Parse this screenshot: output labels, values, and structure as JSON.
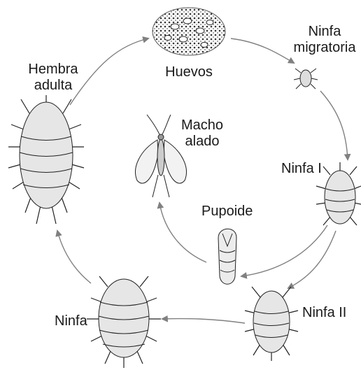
{
  "diagram": {
    "title": "",
    "stages": {
      "eggs": "Huevos",
      "migratory_line1": "Ninfa",
      "migratory_line2": "migratoria",
      "nymph1": "Ninfa I",
      "nymph2": "Ninfa II",
      "nymph": "Ninfa",
      "adult_female_line1": "Hembra",
      "adult_female_line2": "adulta",
      "pupoid": "Pupoide",
      "winged_male_line1": "Macho",
      "winged_male_line2": "alado"
    },
    "colors": {
      "ink": "#1a1a1a",
      "arrow": "#808080",
      "body_fill": "#e6e6e6"
    }
  }
}
